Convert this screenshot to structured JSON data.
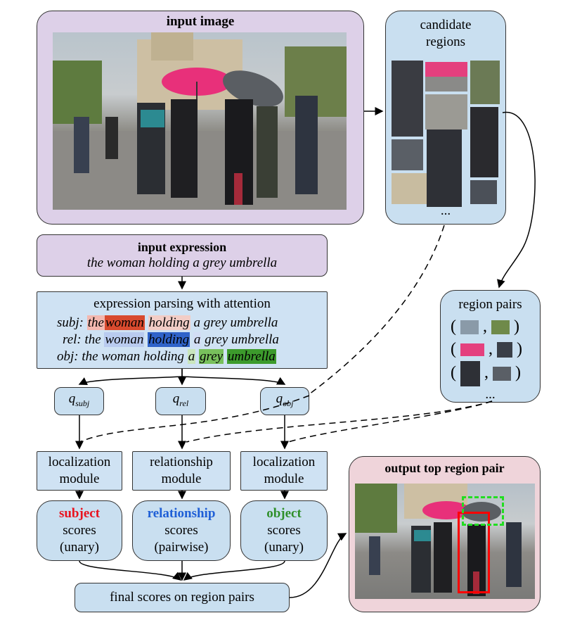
{
  "input_image": {
    "title": "input image"
  },
  "candidate": {
    "title_line1": "candidate",
    "title_line2": "regions",
    "ellipsis": "..."
  },
  "expression": {
    "title": "input expression",
    "text": "the woman holding a grey umbrella"
  },
  "parsing": {
    "title": "expression parsing with attention",
    "subj_label": "subj:",
    "rel_label": "rel:",
    "obj_label": "obj:",
    "words": [
      "the",
      "woman",
      "holding",
      "a",
      "grey",
      "umbrella"
    ]
  },
  "region_pairs": {
    "title": "region pairs",
    "ellipsis": "..."
  },
  "queries": {
    "subj": "q",
    "subj_sub": "subj",
    "rel": "q",
    "rel_sub": "rel",
    "obj": "q",
    "obj_sub": "obj"
  },
  "modules": {
    "loc1_line1": "localization",
    "loc1_line2": "module",
    "rel_line1": "relationship",
    "rel_line2": "module",
    "loc2_line1": "localization",
    "loc2_line2": "module"
  },
  "scores": {
    "subject_word": "subject",
    "subject_line2": "scores",
    "subject_line3": "(unary)",
    "relationship_word": "relationship",
    "relationship_line2": "scores",
    "relationship_line3": "(pairwise)",
    "object_word": "object",
    "object_line2": "scores",
    "object_line3": "(unary)"
  },
  "final": {
    "label": "final scores on region pairs"
  },
  "output": {
    "title": "output top region pair"
  },
  "colors": {
    "subject": "#e8131f",
    "relationship": "#1f5fd6",
    "object": "#2f8f2a",
    "output_subject_box": "#ff0000",
    "output_object_box": "#22dd22"
  }
}
